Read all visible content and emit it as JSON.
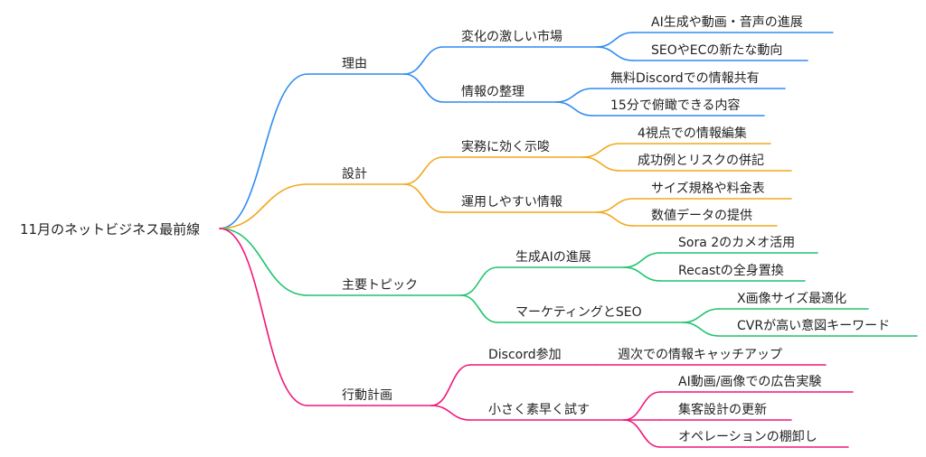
{
  "mindmap": {
    "root": {
      "label": "11月のネットビジネス最前線"
    },
    "branches": [
      {
        "label": "理由",
        "color": "#2f8cf0",
        "children": [
          {
            "label": "変化の激しい市場",
            "children": [
              {
                "label": "AI生成や動画・音声の進展"
              },
              {
                "label": "SEOやECの新たな動向"
              }
            ]
          },
          {
            "label": "情報の整理",
            "children": [
              {
                "label": "無料Discordでの情報共有"
              },
              {
                "label": "15分で俯瞰できる内容"
              }
            ]
          }
        ]
      },
      {
        "label": "設計",
        "color": "#f2a81d",
        "children": [
          {
            "label": "実務に効く示唆",
            "children": [
              {
                "label": "4視点での情報編集"
              },
              {
                "label": "成功例とリスクの併記"
              }
            ]
          },
          {
            "label": "運用しやすい情報",
            "children": [
              {
                "label": "サイズ規格や料金表"
              },
              {
                "label": "数値データの提供"
              }
            ]
          }
        ]
      },
      {
        "label": "主要トピック",
        "color": "#1fc46e",
        "children": [
          {
            "label": "生成AIの進展",
            "children": [
              {
                "label": "Sora 2のカメオ活用"
              },
              {
                "label": "Recastの全身置換"
              }
            ]
          },
          {
            "label": "マーケティングとSEO",
            "children": [
              {
                "label": "X画像サイズ最適化"
              },
              {
                "label": "CVRが高い意図キーワード"
              }
            ]
          }
        ]
      },
      {
        "label": "行動計画",
        "color": "#f0177a",
        "children": [
          {
            "label": "Discord参加",
            "children": [
              {
                "label": "週次での情報キャッチアップ"
              }
            ]
          },
          {
            "label": "小さく素早く試す",
            "children": [
              {
                "label": "AI動画/画像での広告実験"
              },
              {
                "label": "集客設計の更新"
              },
              {
                "label": "オペレーションの棚卸し"
              }
            ]
          }
        ]
      }
    ]
  }
}
